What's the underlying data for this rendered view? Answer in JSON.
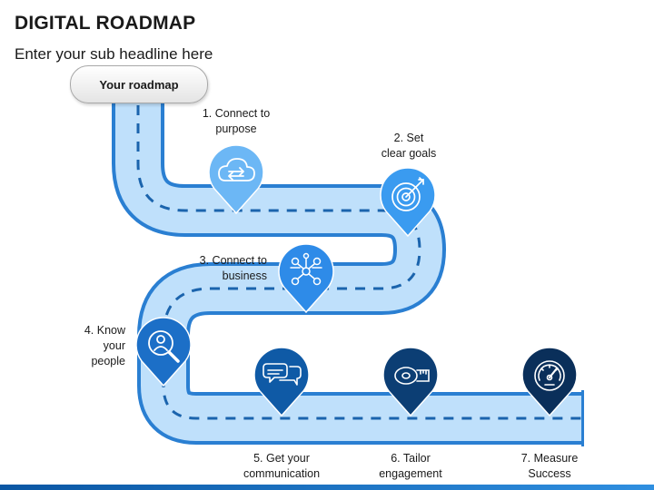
{
  "title": "DIGITAL ROADMAP",
  "subtitle": "Enter your sub headline here",
  "start_label": "Your roadmap",
  "colors": {
    "road_fill": "#bfe0fb",
    "road_edge": "#2a7fd2",
    "road_dash": "#1b64ad",
    "accent_bar": "#0a56a3"
  },
  "milestones": [
    {
      "icon": "cloud-sync-icon",
      "color": "#6cb7f5",
      "lines": [
        "1. Connect to",
        "purpose"
      ]
    },
    {
      "icon": "target-icon",
      "color": "#3a9bf0",
      "lines": [
        "2. Set",
        "clear goals"
      ]
    },
    {
      "icon": "network-people-icon",
      "color": "#2e8be8",
      "lines": [
        "3. Connect to",
        "business"
      ]
    },
    {
      "icon": "magnifier-user-icon",
      "color": "#1c6fc7",
      "lines": [
        "4. Know",
        "your",
        "people"
      ]
    },
    {
      "icon": "chat-bubbles-icon",
      "color": "#0f5aa6",
      "lines": [
        "5. Get your",
        "communication"
      ]
    },
    {
      "icon": "measuring-tape-icon",
      "color": "#0c3e74",
      "lines": [
        "6. Tailor",
        "engagement"
      ]
    },
    {
      "icon": "speedometer-icon",
      "color": "#0a2f5a",
      "lines": [
        "7. Measure",
        "Success"
      ]
    }
  ]
}
